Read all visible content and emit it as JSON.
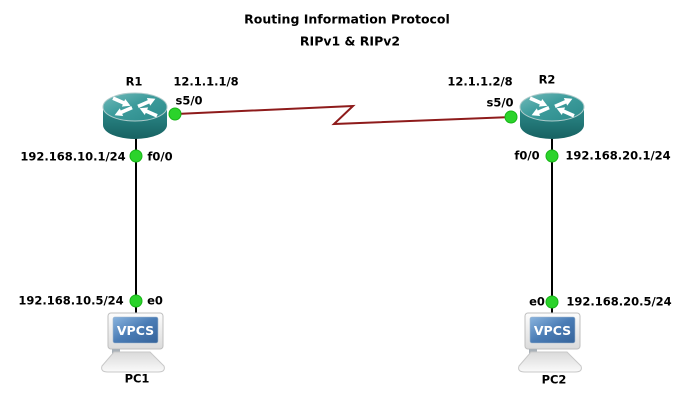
{
  "title": {
    "line1": "Routing Information Protocol",
    "line2": "RIPv1 & RIPv2"
  },
  "colors": {
    "background": "#FFFFFF",
    "serial_link": "#8E1B1B",
    "ethernet_link": "#000000",
    "interface_up_dot": "#2BD32B",
    "router_fill": "#2E8F8F",
    "vpcs_screen_blue": "#4A7CB5",
    "label_text": "#000000"
  },
  "devices": {
    "r1": {
      "name": "R1",
      "type": "router"
    },
    "r2": {
      "name": "R2",
      "type": "router"
    },
    "pc1": {
      "name": "PC1",
      "type": "vpcs",
      "screen_label": "VPCS"
    },
    "pc2": {
      "name": "PC2",
      "type": "vpcs",
      "screen_label": "VPCS"
    }
  },
  "links": {
    "serial_r1_r2": {
      "type": "serial",
      "r1_interface": "s5/0",
      "r1_ip": "12.1.1.1/8",
      "r2_interface": "s5/0",
      "r2_ip": "12.1.1.2/8"
    },
    "ethernet_r1_pc1": {
      "type": "ethernet",
      "router_interface": "f0/0",
      "router_ip": "192.168.10.1/24",
      "pc_interface": "e0",
      "pc_ip": "192.168.10.5/24"
    },
    "ethernet_r2_pc2": {
      "type": "ethernet",
      "router_interface": "f0/0",
      "router_ip": "192.168.20.1/24",
      "pc_interface": "e0",
      "pc_ip": "192.168.20.5/24"
    }
  }
}
